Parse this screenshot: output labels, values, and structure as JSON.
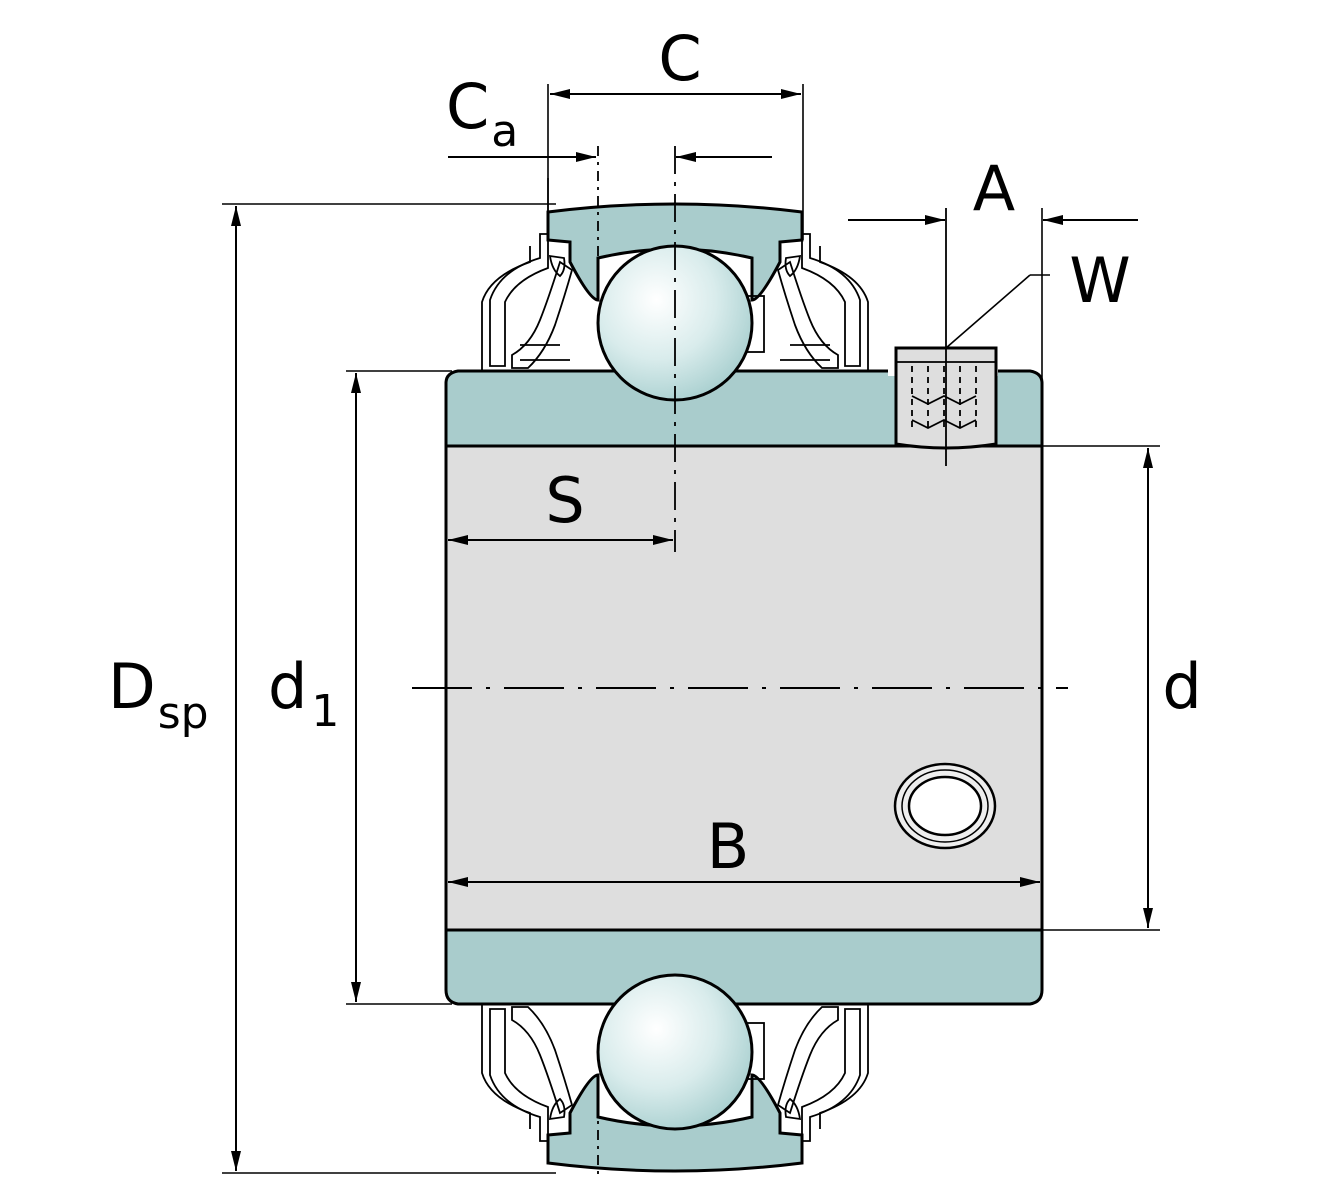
{
  "labels": {
    "C": "C",
    "Ca_main": "C",
    "Ca_sub": "a",
    "A": "A",
    "W": "W",
    "S": "S",
    "B": "B",
    "d": "d",
    "d1_main": "d",
    "d1_sub": "1",
    "Dsp_main": "D",
    "Dsp_sub": "sp"
  },
  "colors": {
    "ring": "#a9cccc",
    "bore": "#dedede",
    "ball": "#d9ecec",
    "shield": "#e6e6e6",
    "line": "#000000"
  }
}
